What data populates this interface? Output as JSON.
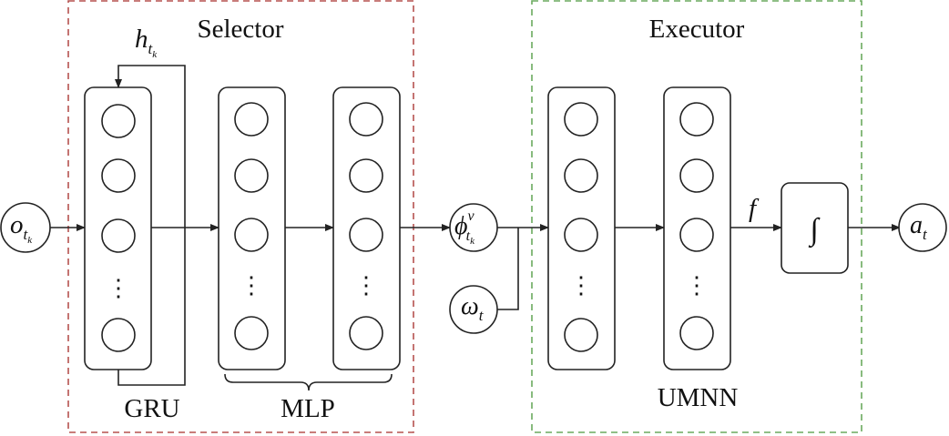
{
  "diagram": {
    "selector": {
      "title": "Selector",
      "border_color": "#b5514f"
    },
    "executor": {
      "title": "Executor",
      "border_color": "#6aaa5e"
    },
    "labels": {
      "gru": "GRU",
      "mlp": "MLP",
      "umnn": "UMNN",
      "f": "f",
      "integral": "∫",
      "h_var": "h",
      "h_sub": "t",
      "h_subsub": "k",
      "o_var": "o",
      "o_sub": "t",
      "o_subsub": "k",
      "phi_var": "ϕ",
      "phi_sup": "v",
      "phi_sub": "t",
      "phi_subsub": "k",
      "omega_var": "ω",
      "omega_sub": "t",
      "a_var": "a",
      "a_sub": "t",
      "ellipsis": "⋮"
    }
  }
}
